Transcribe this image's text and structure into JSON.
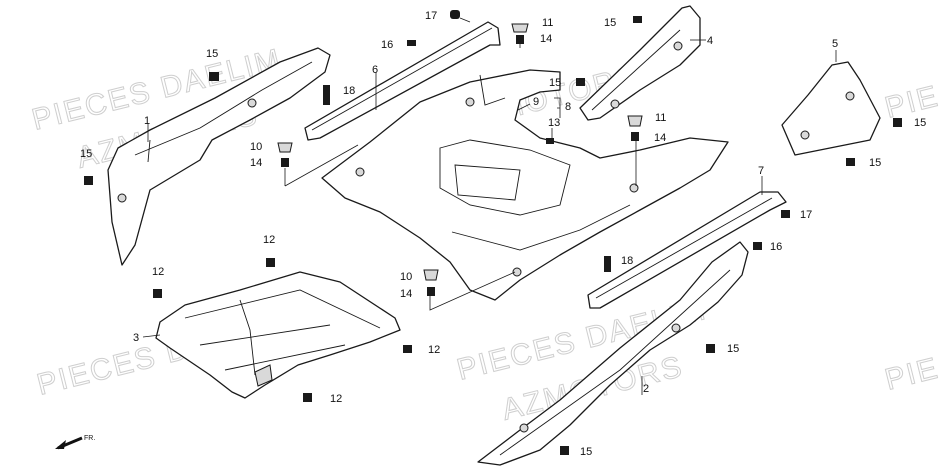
{
  "watermark": {
    "line1": "PIECES DAELIM",
    "line2": "AZMOTORS",
    "right_edge_fragment": "PIE"
  },
  "direction_indicator": {
    "label": "FR."
  },
  "callouts": {
    "c1": "1",
    "c2": "2",
    "c3": "3",
    "c4": "4",
    "c5": "5",
    "c6": "6",
    "c7": "7",
    "c8": "8",
    "c9": "9",
    "c10a": "10",
    "c10b": "10",
    "c11a": "11",
    "c11b": "11",
    "c12a": "12",
    "c12b": "12",
    "c12c": "12",
    "c12d": "12",
    "c13": "13",
    "c14a": "14",
    "c14b": "14",
    "c14c": "14",
    "c14d": "14",
    "c15a": "15",
    "c15b": "15",
    "c15c": "15",
    "c15d": "15",
    "c15e": "15",
    "c15f": "15",
    "c15g": "15",
    "c16a": "16",
    "c16b": "16",
    "c17a": "17",
    "c17b": "17",
    "c18a": "18",
    "c18b": "18"
  }
}
